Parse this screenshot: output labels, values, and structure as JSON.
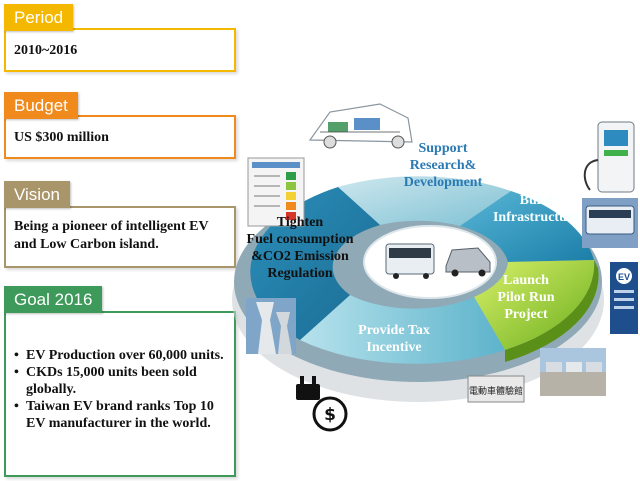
{
  "cards": {
    "period": {
      "label": "Period",
      "value": "2010~2016",
      "color": "#F5B800"
    },
    "budget": {
      "label": "Budget",
      "value": "US $300 million",
      "color": "#F08A1C"
    },
    "vision": {
      "label": "Vision",
      "value": "Being a pioneer of intelligent EV and Low Carbon island.",
      "color": "#A9956A"
    },
    "goal": {
      "label": "Goal 2016",
      "color": "#3E9A5A",
      "items": [
        "EV Production over 60,000 units.",
        "CKDs 15,000 units been sold globally.",
        "Taiwan EV brand ranks Top 10 EV manufacturer in the world."
      ]
    }
  },
  "ring": {
    "segments": [
      {
        "label": "Support\nResearch&\nDevelopment",
        "color": "#A8D4DE"
      },
      {
        "label": "Build\nInfrastructure",
        "color": "#2E9BC3"
      },
      {
        "label": "Launch\nPilot Run\nProject",
        "color": "#8CC63F"
      },
      {
        "label": "Provide Tax\nIncentive",
        "color": "#8FD0DD"
      },
      {
        "label": "Tighten\nFuel consumption\n&CO2 Emission\nRegulation",
        "color": "#1F7FA6"
      }
    ]
  },
  "photos": {
    "ev_museum_sign": "電動車體驗館",
    "ev_sign_text": "EV"
  }
}
